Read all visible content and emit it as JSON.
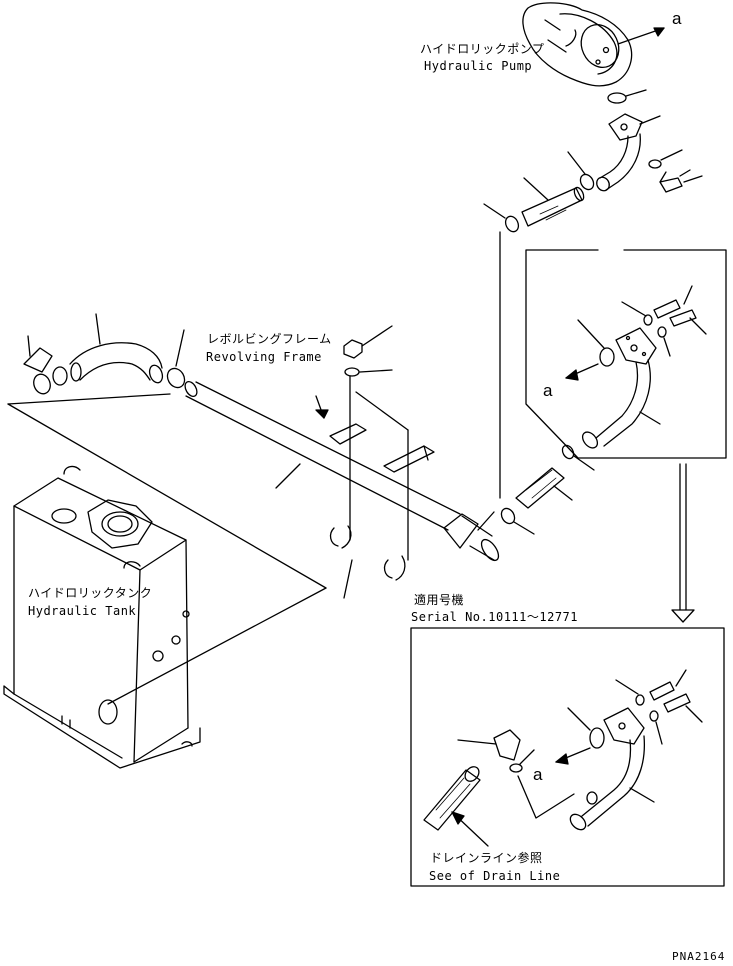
{
  "labels": {
    "pump_jp": "ハイドロリックポンプ",
    "pump_en": "Hydraulic Pump",
    "frame_jp": "レボルビングフレーム",
    "frame_en": "Revolving Frame",
    "tank_jp": "ハイドロリックタンク",
    "tank_en": "Hydraulic Tank",
    "serial_jp": "適用号機",
    "serial_en": "Serial No.10111〜12771",
    "drain_jp": "ドレインライン参照",
    "drain_en": "See of Drain Line",
    "callout_a": "a",
    "drawing_no": "PNA2164"
  },
  "colors": {
    "ink": "#000000",
    "paper": "#ffffff"
  }
}
